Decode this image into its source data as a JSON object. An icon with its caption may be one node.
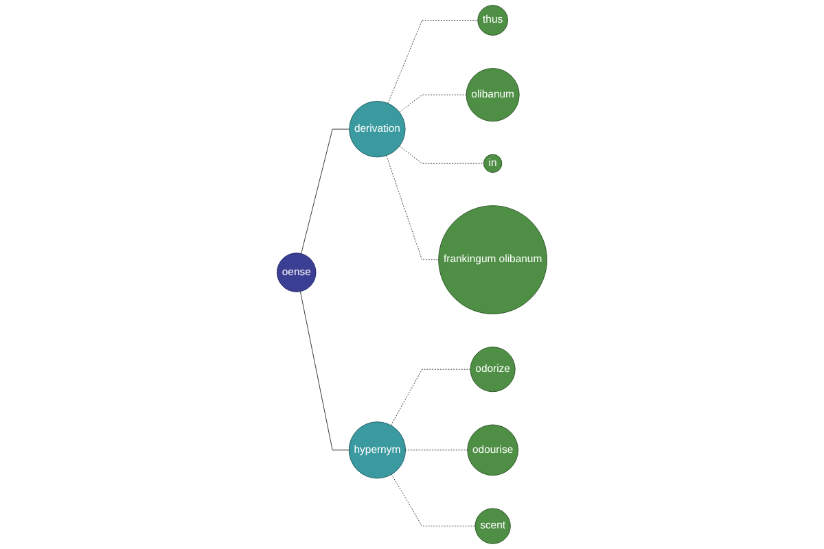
{
  "diagram": {
    "nodes": [
      {
        "text": [
          "oense"
        ]
      },
      {
        "text": [
          "derivation"
        ]
      },
      {
        "text": [
          "thus"
        ]
      },
      {
        "text": [
          "olibanum"
        ]
      },
      {
        "text": [
          "in"
        ]
      },
      {
        "text": [
          "frankingum olibanum"
        ]
      },
      {
        "text": [
          "hypernym"
        ]
      },
      {
        "text": [
          "odorize"
        ]
      },
      {
        "text": [
          "odourise"
        ]
      },
      {
        "text": [
          "scent"
        ]
      }
    ],
    "edges": [
      {
        "from": 0,
        "to": 1,
        "arrow": "none"
      },
      {
        "from": 1,
        "to": 2,
        "arrow": "none",
        "style": "dashed"
      },
      {
        "from": 1,
        "to": 3,
        "arrow": "none",
        "style": "dashed"
      },
      {
        "from": 1,
        "to": 4,
        "arrow": "none",
        "style": "dashed"
      },
      {
        "from": 1,
        "to": 5,
        "arrow": "none",
        "style": "dashed"
      },
      {
        "from": 0,
        "to": 6,
        "arrow": "none"
      },
      {
        "from": 6,
        "to": 7,
        "arrow": "none",
        "style": "dashed"
      },
      {
        "from": 6,
        "to": 8,
        "arrow": "none",
        "style": "dashed"
      },
      {
        "from": 6,
        "to": 9,
        "arrow": "none",
        "style": "dashed"
      }
    ]
  }
}
